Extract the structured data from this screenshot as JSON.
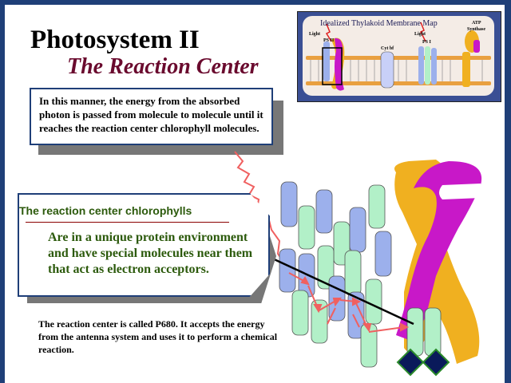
{
  "slide": {
    "title": "Photosystem II",
    "subtitle": "The Reaction Center"
  },
  "callout": {
    "text": "In this manner, the energy from the absorbed photon is passed from molecule to molecule until it reaches the reaction center chlorophyll molecules."
  },
  "thylakoid_map": {
    "title": "Idealized Thylakoid Membrane Map",
    "labels": {
      "light_left": "Light",
      "ps2": "PS II",
      "cyt": "Cyt bf",
      "light_right": "Light",
      "ps1": "PS I",
      "atp": "ATP",
      "synthase": "Synthase"
    }
  },
  "rc_box": {
    "heading": "The reaction center chlorophylls",
    "body": "Are in a unique protein environment and have special molecules near them that act as electron acceptors."
  },
  "footer_text": "The reaction center is called P680.  It accepts the energy from the antenna system and uses it to perform a chemical reaction.",
  "colors": {
    "frame": "#1f3f78",
    "title_italic": "#6a0a2e",
    "green_text": "#2c5a0c",
    "protein_yellow": "#f0b020",
    "protein_magenta": "#c818c8",
    "chl_blue": "#9cb0ec",
    "chl_green": "#b2f0c8",
    "arrow": "#f06060",
    "diamond": "#0a1a5a"
  }
}
